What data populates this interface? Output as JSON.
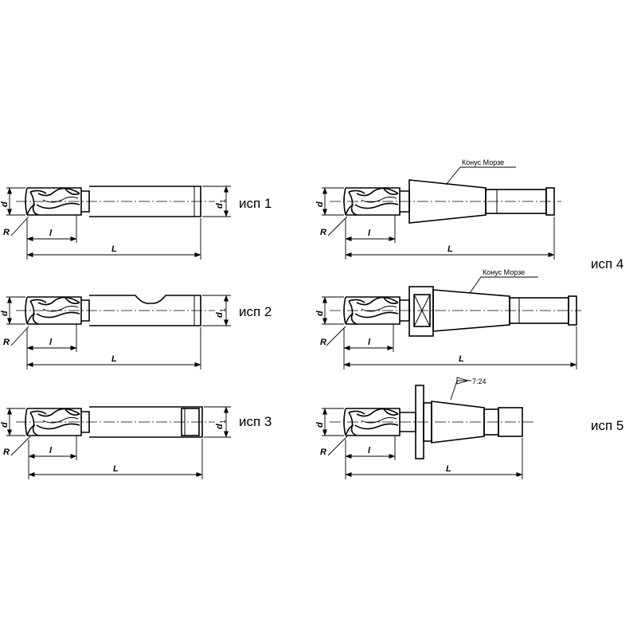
{
  "labels": {
    "var1": "исп 1",
    "var2": "исп 2",
    "var3": "исп 3",
    "var4": "исп 4",
    "var5": "исп 5",
    "morse_taper_note": "Конус Морзе",
    "taper_ratio": "7:24"
  },
  "dimensions": {
    "d": "d",
    "d1": "d",
    "d1_sub": "1",
    "l": "l",
    "L": "L",
    "R": "R"
  }
}
